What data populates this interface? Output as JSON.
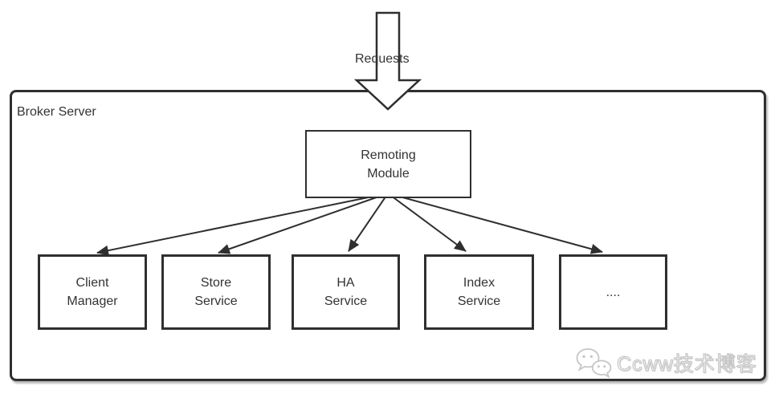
{
  "requests_label": "Requests",
  "container": {
    "label": "Broker Server"
  },
  "root": {
    "line1": "Remoting",
    "line2": "Module"
  },
  "children": [
    {
      "line1": "Client",
      "line2": "Manager"
    },
    {
      "line1": "Store",
      "line2": "Service"
    },
    {
      "line1": "HA",
      "line2": "Service"
    },
    {
      "line1": "Index",
      "line2": "Service"
    },
    {
      "line1": "....",
      "line2": ""
    }
  ],
  "watermark": {
    "text": "Ccww技术博客",
    "icon": "wechat-icon"
  },
  "colors": {
    "line": "#2f2f2f",
    "text": "#333333",
    "background": "#ffffff",
    "watermark_stroke": "#c6c6c6"
  }
}
